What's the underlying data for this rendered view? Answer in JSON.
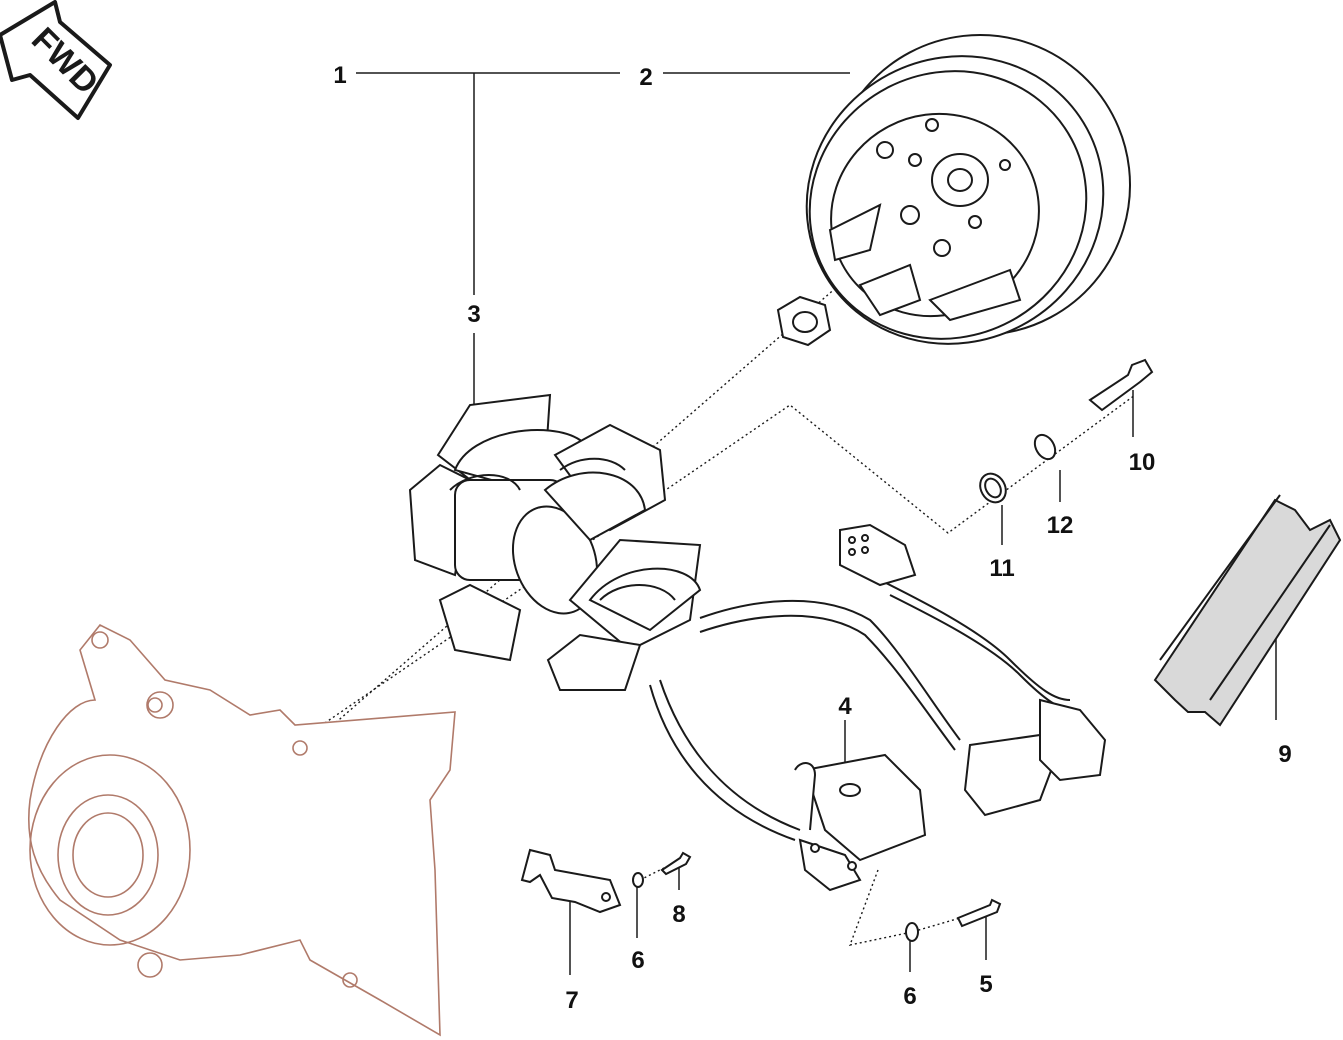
{
  "fwd_badge": {
    "label": "FWD"
  },
  "callouts": {
    "c1": "1",
    "c2": "2",
    "c3": "3",
    "c4": "4",
    "c5": "5",
    "c6a": "6",
    "c6b": "6",
    "c7": "7",
    "c8": "8",
    "c9": "9",
    "c10": "10",
    "c11": "11",
    "c12": "12"
  },
  "colors": {
    "line": "#1a1a1a",
    "crankcase_line": "#b07a6a",
    "fill_gray": "#d9d9d9"
  }
}
